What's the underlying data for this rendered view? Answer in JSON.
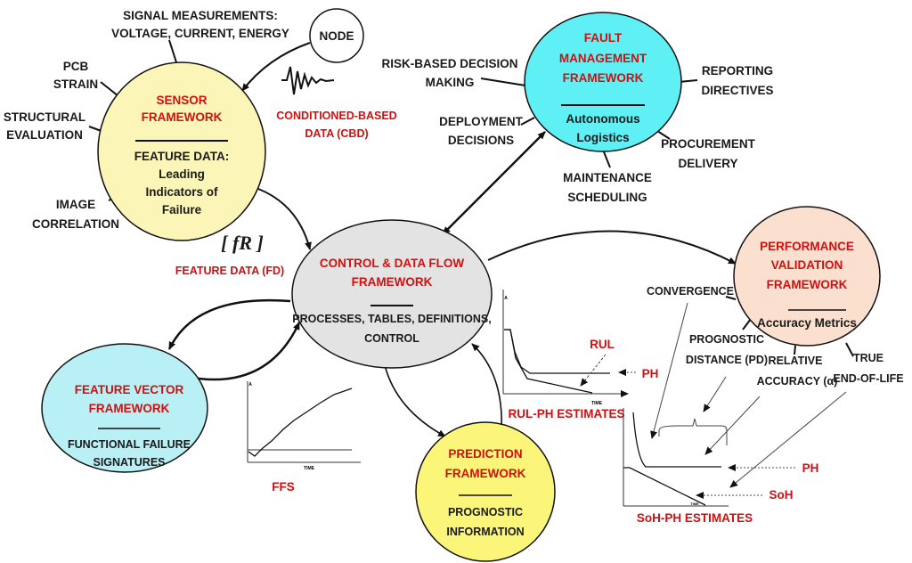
{
  "sensor": {
    "title1": "SENSOR",
    "title2": "FRAMEWORK",
    "sub1": "FEATURE DATA:",
    "sub2": "Leading",
    "sub3": "Indicators of",
    "sub4": "Failure",
    "color": "#fbf5b8"
  },
  "sensor_inputs": {
    "signal1": "SIGNAL MEASUREMENTS:",
    "signal2": "VOLTAGE, CURRENT, ENERGY",
    "pcb1": "PCB",
    "pcb2": "STRAIN",
    "struct1": "STRUCTURAL",
    "struct2": "EVALUATION",
    "image1": "IMAGE",
    "image2": "CORRELATION"
  },
  "node": {
    "label": "NODE"
  },
  "cbd": {
    "line1": "CONDITIONED-BASED",
    "line2": "DATA (CBD)"
  },
  "feature_data": {
    "symbol": "[ fR ]",
    "label": "FEATURE DATA (FD)"
  },
  "fault": {
    "title1": "FAULT",
    "title2": "MANAGEMENT",
    "title3": "FRAMEWORK",
    "sub1": "Autonomous",
    "sub2": "Logistics",
    "color": "#5ef0f5"
  },
  "fault_outputs": {
    "risk1": "RISK-BASED DECISION",
    "risk2": "MAKING",
    "report1": "REPORTING",
    "report2": "DIRECTIVES",
    "deploy1": "DEPLOYMENT",
    "deploy2": "DECISIONS",
    "proc1": "PROCUREMENT",
    "proc2": "DELIVERY",
    "maint1": "MAINTENANCE",
    "maint2": "SCHEDULING"
  },
  "control": {
    "title1": "CONTROL & DATA FLOW",
    "title2": "FRAMEWORK",
    "sub1": "PROCESSES, TABLES, DEFINITIONS,",
    "sub2": "CONTROL",
    "color": "#e3e3e3"
  },
  "feature_vector": {
    "title1": "FEATURE VECTOR",
    "title2": "FRAMEWORK",
    "sub1": "FUNCTIONAL FAILURE",
    "sub2": "SIGNATURES",
    "color": "#b8f0f5"
  },
  "prediction": {
    "title1": "PREDICTION",
    "title2": "FRAMEWORK",
    "sub1": "PROGNOSTIC",
    "sub2": "INFORMATION",
    "color": "#fbf57a"
  },
  "performance": {
    "title1": "PERFORMANCE",
    "title2": "VALIDATION",
    "title3": "FRAMEWORK",
    "sub1": "Accuracy Metrics",
    "color": "#fbe0d0"
  },
  "metrics": {
    "convergence": "CONVERGENCE",
    "pd1": "PROGNOSTIC",
    "pd2": "DISTANCE (PD)",
    "ra1": "RELATIVE",
    "ra2": "ACCURACY (α)",
    "eol1": "TRUE",
    "eol2": "END-OF-LIFE"
  },
  "charts": {
    "ffs": {
      "label": "FFS",
      "ylabel": "A",
      "xlabel": "TIME"
    },
    "rul": {
      "rul": "RUL",
      "ph": "PH",
      "label": "RUL-PH ESTIMATES",
      "ylabel": "A",
      "xlabel": "TIME"
    },
    "soh": {
      "ph": "PH",
      "soh": "SoH",
      "label": "SoH-PH ESTIMATES",
      "xlabel": "TIME"
    }
  },
  "colors": {
    "accent_red": "#d01010"
  }
}
